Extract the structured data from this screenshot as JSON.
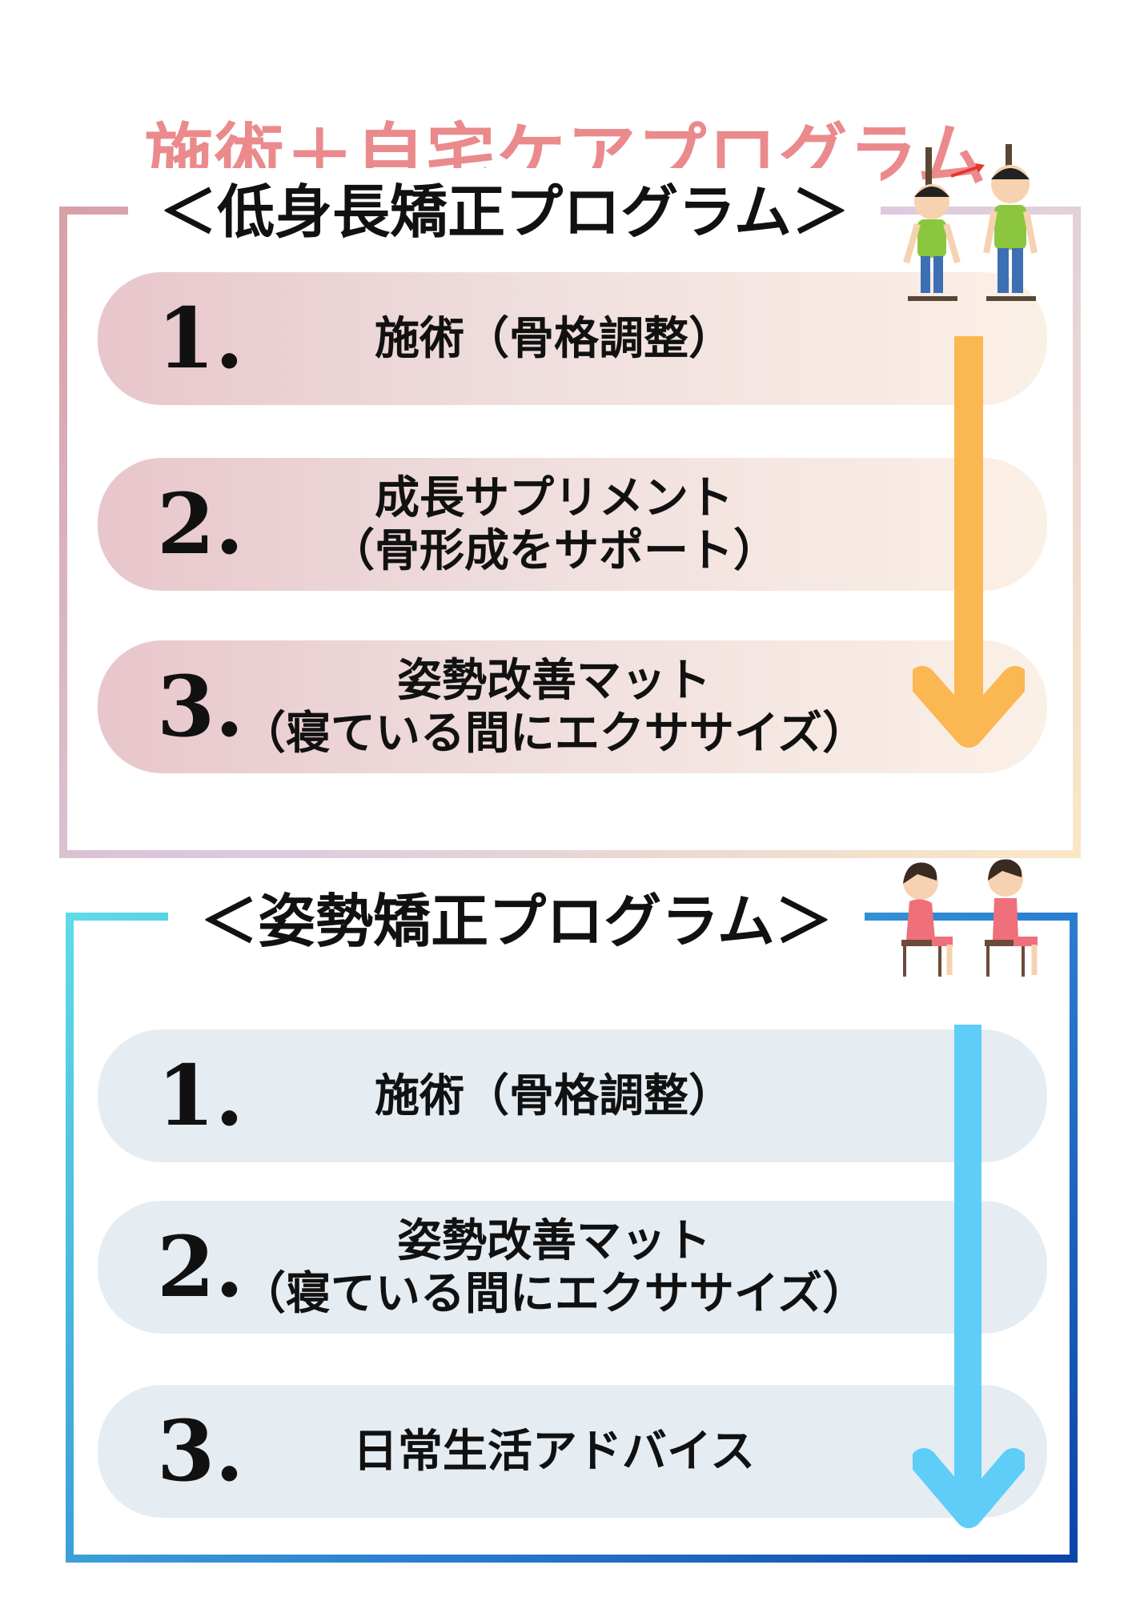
{
  "title": "施術＋自宅ケアプログラム",
  "sections": [
    {
      "heading": "＜低身長矯正プログラム＞",
      "steps": [
        {
          "number": "1.",
          "line1": "施術（骨格調整）",
          "line2": ""
        },
        {
          "number": "2.",
          "line1": "成長サプリメント",
          "line2": "（骨形成をサポート）"
        },
        {
          "number": "3.",
          "line1": "姿勢改善マット",
          "line2": "（寝ている間にエクササイズ）"
        }
      ],
      "arrow_color": "#fbb751",
      "illustration": "children-height-comparison-icon"
    },
    {
      "heading": "＜姿勢矯正プログラム＞",
      "steps": [
        {
          "number": "1.",
          "line1": "施術（骨格調整）",
          "line2": ""
        },
        {
          "number": "2.",
          "line1": "姿勢改善マット",
          "line2": "（寝ている間にエクササイズ）"
        },
        {
          "number": "3.",
          "line1": "日常生活アドバイス",
          "line2": ""
        }
      ],
      "arrow_color": "#5ecdf7",
      "illustration": "girls-sitting-posture-icon"
    }
  ],
  "colors": {
    "title": "#ea8a8c",
    "section1_frame": [
      "#d9a0a6",
      "#fbe7c6"
    ],
    "section2_frame": [
      "#5edbe8",
      "#0c45a8"
    ]
  }
}
